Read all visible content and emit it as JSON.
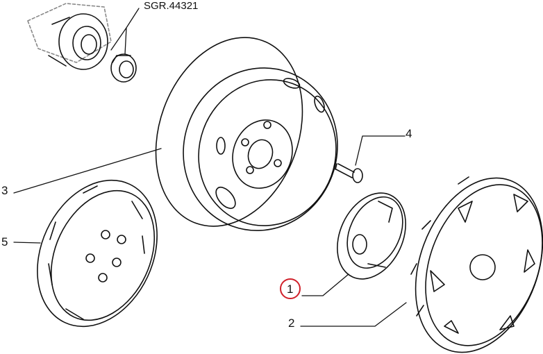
{
  "diagram": {
    "reference_code": "SGR.44321",
    "callouts": [
      {
        "number": "1",
        "highlighted": true,
        "highlight_color": "#d0202a"
      },
      {
        "number": "2"
      },
      {
        "number": "3"
      },
      {
        "number": "4"
      },
      {
        "number": "5"
      }
    ]
  }
}
